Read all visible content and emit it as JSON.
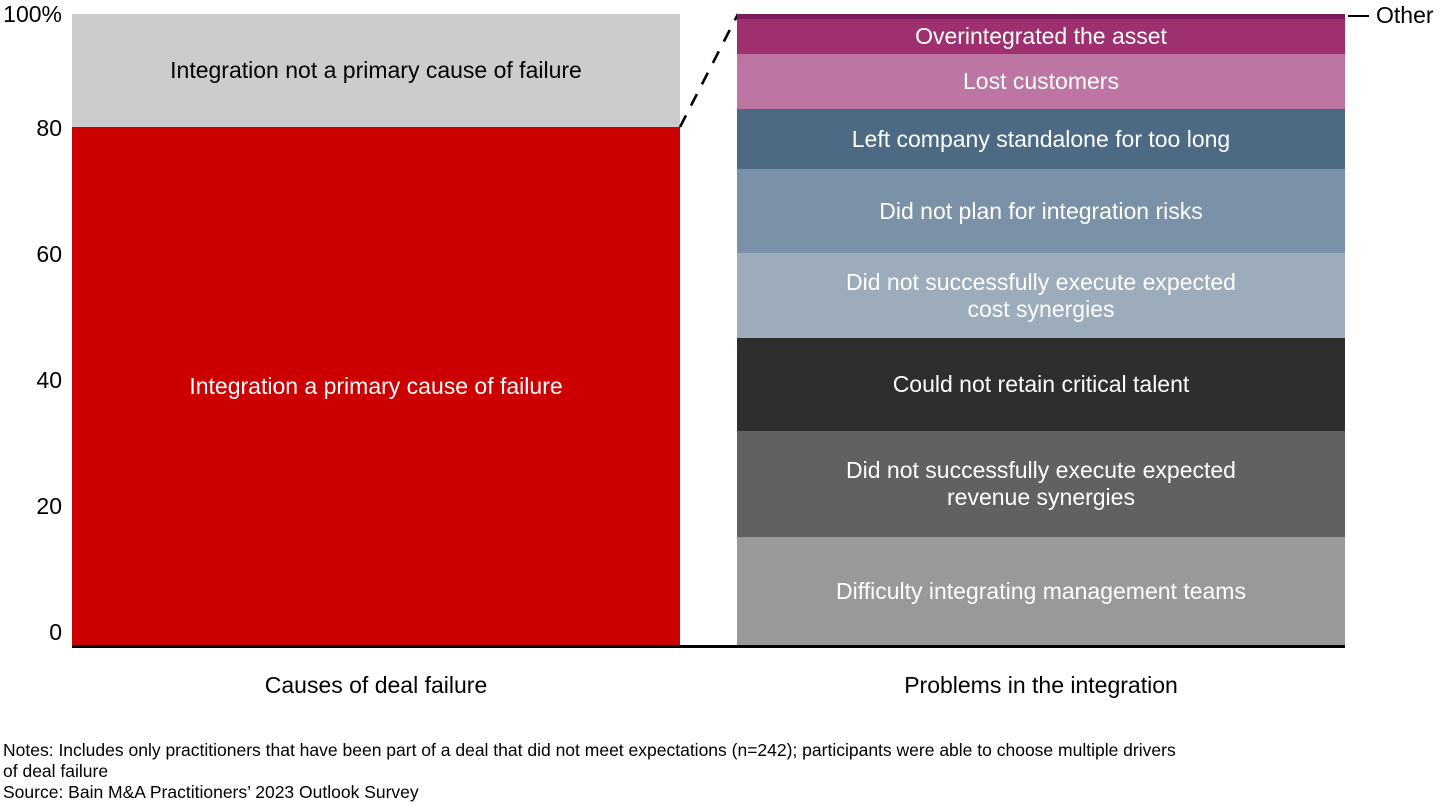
{
  "chart_data": {
    "type": "bar",
    "subtype": "stacked-100-percent",
    "title": "",
    "xlabel": "",
    "ylabel": "",
    "ylim": [
      0,
      100
    ],
    "grid": false,
    "legend": "none",
    "y_ticks": [
      "100%",
      "80",
      "60",
      "40",
      "20",
      "0"
    ],
    "y_tick_values": [
      100,
      80,
      60,
      40,
      20,
      0
    ],
    "categories": [
      "Causes of deal failure",
      "Problems in the integration"
    ],
    "columns": [
      {
        "category": "Causes of deal failure",
        "segments": [
          {
            "label": "Integration not a primary cause of failure",
            "value": 18,
            "color": "#cccccc",
            "text_color": "#000000"
          },
          {
            "label": "Integration a primary cause of failure",
            "value": 82,
            "color": "#cc0000",
            "text_color": "#ffffff"
          }
        ]
      },
      {
        "category": "Problems in the integration",
        "segments": [
          {
            "label": "Other",
            "value": 1,
            "color": "#7d1c5c",
            "text_color": "#ffffff",
            "label_position": "callout-right"
          },
          {
            "label": "Overintegrated the asset",
            "value": 5,
            "color": "#9e3070",
            "text_color": "#ffffff"
          },
          {
            "label": "Lost customers",
            "value": 9,
            "color": "#bd76a3",
            "text_color": "#ffffff"
          },
          {
            "label": "Left company standalone for too long",
            "value": 9,
            "color": "#4d6a85",
            "text_color": "#ffffff"
          },
          {
            "label": "Did not plan for integration risks",
            "value": 13,
            "color": "#7b91a8",
            "text_color": "#ffffff"
          },
          {
            "label": "Did not successfully execute expected\ncost synergies",
            "value": 14,
            "color": "#9cacbb",
            "text_color": "#ffffff"
          },
          {
            "label": "Could not retain critical talent",
            "value": 15,
            "color": "#2e2e2e",
            "text_color": "#ffffff"
          },
          {
            "label": "Did not successfully execute expected\nrevenue synergies",
            "value": 17,
            "color": "#616161",
            "text_color": "#ffffff"
          },
          {
            "label": "Difficulty integrating management teams",
            "value": 17,
            "color": "#999999",
            "text_color": "#ffffff"
          }
        ]
      }
    ]
  },
  "axis": {
    "y_labels": {
      "t100": "100%",
      "t80": "80",
      "t60": "60",
      "t40": "40",
      "t20": "20",
      "t0": "0"
    },
    "category_left": "Causes of deal failure",
    "category_right": "Problems in the integration"
  },
  "left_bar": {
    "seg_top_label": "Integration not a primary cause of failure",
    "seg_bottom_label": "Integration a primary cause of failure"
  },
  "right_bar": {
    "other_label": "Overintegrated the asset",
    "s1": "Overintegrated the asset",
    "s2": "Lost customers",
    "s3": "Left company standalone for too long",
    "s4": "Did not plan for integration risks",
    "s5": "Did not successfully execute expected\ncost synergies",
    "s6": "Could not retain critical talent",
    "s7": "Did not successfully execute expected\nrevenue synergies",
    "s8": "Difficulty integrating management teams"
  },
  "callout": {
    "other": "Other"
  },
  "footnotes": {
    "line1": "Notes: Includes only practitioners that have been part of a deal that did not meet expectations (n=242); participants were able to choose multiple drivers",
    "line2": "of deal failure",
    "line3": "Source: Bain M&A Practitioners’ 2023 Outlook Survey"
  },
  "colors": {
    "red": "#cc0000",
    "light_gray": "#cccccc",
    "other_purple": "#7d1c5c",
    "magenta": "#9e3070",
    "pink": "#bd76a3",
    "blue_dark": "#4d6a85",
    "blue_mid": "#7b91a8",
    "blue_light": "#9cacbb",
    "gray_darkest": "#2e2e2e",
    "gray_mid": "#616161",
    "gray_light": "#999999",
    "axis": "#000000"
  }
}
